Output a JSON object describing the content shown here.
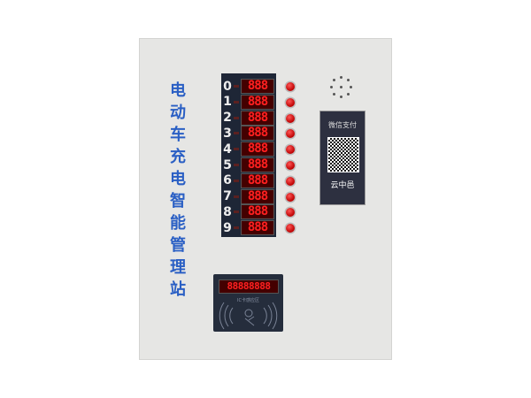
{
  "title": "电动车充电智能管理站",
  "channels": [
    {
      "num": "0",
      "display": "888"
    },
    {
      "num": "1",
      "display": "888"
    },
    {
      "num": "2",
      "display": "888"
    },
    {
      "num": "3",
      "display": "888"
    },
    {
      "num": "4",
      "display": "888"
    },
    {
      "num": "5",
      "display": "888"
    },
    {
      "num": "6",
      "display": "888"
    },
    {
      "num": "7",
      "display": "888"
    },
    {
      "num": "8",
      "display": "888"
    },
    {
      "num": "9",
      "display": "888"
    }
  ],
  "payment": {
    "label": "微信支付",
    "brand": "云中邑"
  },
  "card_reader": {
    "display": "88888888",
    "label": "IC卡感应区"
  },
  "colors": {
    "panel": "#e6e6e4",
    "title": "#2a5fc4",
    "led": "#ff2020",
    "display_bg": "#1e2636"
  }
}
